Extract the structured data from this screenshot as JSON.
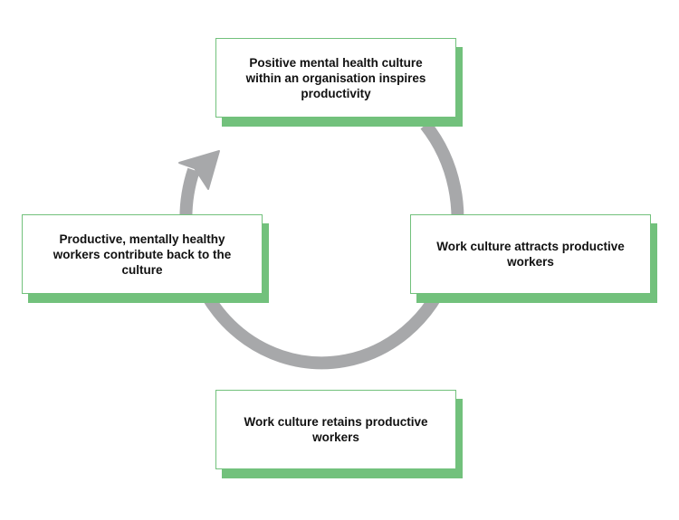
{
  "diagram": {
    "colors": {
      "box_border": "#72c17c",
      "box_shadow": "#72c17c",
      "ring": "#a7a8aa",
      "text": "#111111"
    },
    "nodes": {
      "top": {
        "label": "Positive mental health culture within an organisation inspires productivity"
      },
      "right": {
        "label": "Work culture attracts productive workers"
      },
      "bottom": {
        "label": "Work culture retains productive workers"
      },
      "left": {
        "label": "Productive, mentally healthy workers contribute back to the culture"
      }
    },
    "arrow": {
      "direction": "clockwise",
      "icon": "arrow-head-icon"
    }
  }
}
